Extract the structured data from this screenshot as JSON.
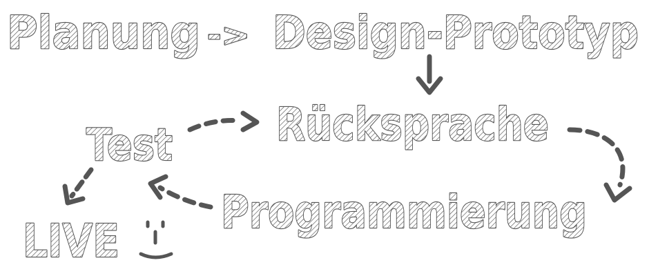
{
  "diagram": {
    "nodes": {
      "planung": "Planung",
      "design": "Design-Prototyp",
      "ruecksprache": "Rücksprache",
      "test": "Test",
      "programmierung": "Programmierung",
      "live": "LIVE"
    },
    "arrow_text": {
      "planung_to_design": "->"
    },
    "edges": [
      {
        "from": "Planung",
        "to": "Design-Prototyp"
      },
      {
        "from": "Design-Prototyp",
        "to": "Rücksprache"
      },
      {
        "from": "Rücksprache",
        "to": "Programmierung"
      },
      {
        "from": "Programmierung",
        "to": "Test"
      },
      {
        "from": "Test",
        "to": "Rücksprache"
      },
      {
        "from": "Test",
        "to": "LIVE"
      }
    ],
    "colors": {
      "ink": "#555555",
      "fill": "#ffffff"
    },
    "icons": {
      "smiley": "smiley-icon"
    }
  }
}
